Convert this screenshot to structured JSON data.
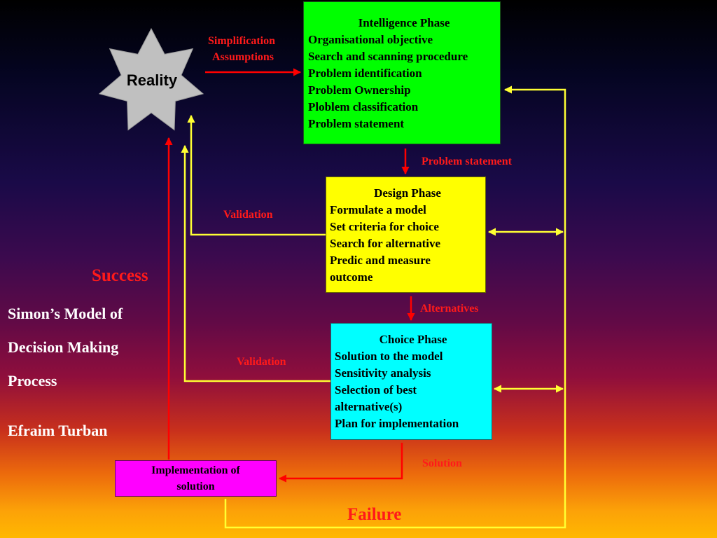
{
  "reality": {
    "label": "Reality"
  },
  "intelligence": {
    "title": "Intelligence Phase",
    "items": [
      "Organisational objective",
      "Search and scanning procedure",
      "Problem identification",
      "Problem Ownership",
      "Ploblem classification",
      "Problem statement"
    ]
  },
  "design": {
    "title": "Design Phase",
    "items": [
      "Formulate a model",
      "Set criteria for choice",
      "Search for alternative",
      "Predic and measure",
      "outcome"
    ]
  },
  "choice": {
    "title": "Choice Phase",
    "items": [
      "Solution to the model",
      "Sensitivity analysis",
      "Selection of best",
      "alternative(s)",
      "Plan for implementation"
    ]
  },
  "implementation": {
    "lines": [
      "Implementation of",
      "solution"
    ]
  },
  "arrow_labels": {
    "simplification": "Simplification",
    "assumptions": "Assumptions",
    "problem_statement": "Problem statement",
    "alternatives": "Alternatives",
    "solution": "Solution",
    "validation_upper": "Validation",
    "validation_lower": "Validation"
  },
  "outcomes": {
    "success": "Success",
    "failure": "Failure"
  },
  "sidebar": {
    "title_lines": [
      "Simon’s Model of",
      "Decision Making",
      "Process"
    ],
    "author": "Efraim Turban"
  },
  "colors": {
    "red_arrow": "#ff0000",
    "yellow_arrow": "#ffff33",
    "intelligence_box": "#00ff00",
    "design_box": "#ffff00",
    "choice_box": "#00ffff",
    "implementation_box": "#ff00ff",
    "star": "#c0c0c0"
  }
}
